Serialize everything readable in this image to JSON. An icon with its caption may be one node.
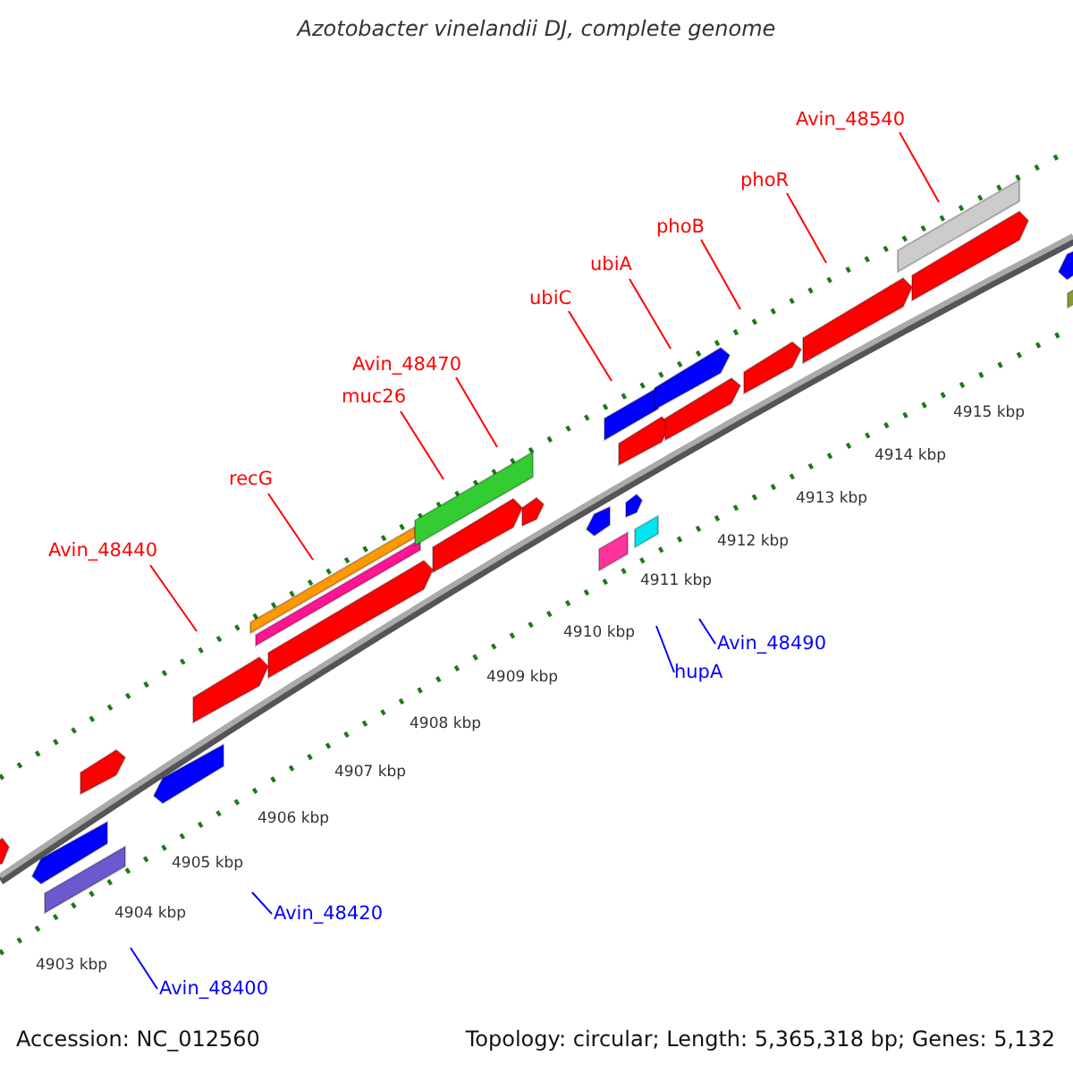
{
  "diagram": {
    "title": "Azotobacter vinelandii DJ, complete genome",
    "nodes": [
      {
        "text": [
          "Avin_48440"
        ]
      },
      {
        "text": [
          "recG"
        ]
      },
      {
        "text": [
          "muc26"
        ]
      },
      {
        "text": [
          "Avin_48470"
        ]
      },
      {
        "text": [
          "ubiC"
        ]
      },
      {
        "text": [
          "ubiA"
        ]
      },
      {
        "text": [
          "phoB"
        ]
      },
      {
        "text": [
          "phoR"
        ]
      },
      {
        "text": [
          "Avin_48540"
        ]
      },
      {
        "text": [
          "Avin_48400"
        ]
      },
      {
        "text": [
          "Avin_48420"
        ]
      },
      {
        "text": [
          "hupA"
        ]
      },
      {
        "text": [
          "Avin_48490"
        ]
      }
    ],
    "edges": [
      {
        "from": 0,
        "to": null,
        "arrow": "none"
      },
      {
        "from": 1,
        "to": null,
        "arrow": "none"
      },
      {
        "from": 2,
        "to": null,
        "arrow": "none"
      },
      {
        "from": 3,
        "to": null,
        "arrow": "none"
      },
      {
        "from": 4,
        "to": null,
        "arrow": "none"
      },
      {
        "from": 5,
        "to": null,
        "arrow": "none"
      },
      {
        "from": 6,
        "to": null,
        "arrow": "none"
      },
      {
        "from": 7,
        "to": null,
        "arrow": "none"
      },
      {
        "from": 8,
        "to": null,
        "arrow": "none"
      },
      {
        "from": 9,
        "to": null,
        "arrow": "none",
        "color": "#0000ff"
      },
      {
        "from": 10,
        "to": null,
        "arrow": "none",
        "color": "#0000ff"
      },
      {
        "from": 11,
        "to": null,
        "arrow": "none",
        "color": "#0000ff"
      },
      {
        "from": 12,
        "to": null,
        "arrow": "none",
        "color": "#0000ff"
      }
    ],
    "labels": [
      "4903 kbp",
      "4904 kbp",
      "4905 kbp",
      "4906 kbp",
      "4907 kbp",
      "4908 kbp",
      "4909 kbp",
      "4910 kbp",
      "4911 kbp",
      "4912 kbp",
      "4913 kbp",
      "4914 kbp",
      "4915 kbp",
      "Accession: NC_012560",
      "Topology: circular; Length: 5,365,318 bp; Genes: 5,132"
    ]
  }
}
